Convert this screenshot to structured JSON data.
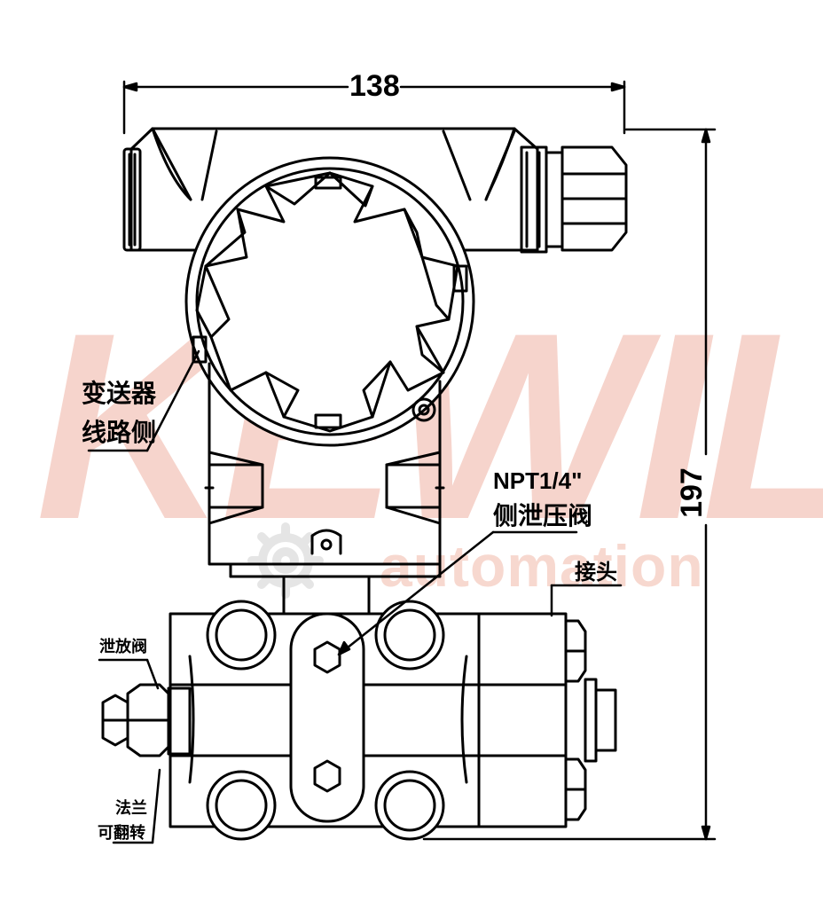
{
  "watermark": {
    "brand": "KEWILL",
    "sub": "automation",
    "brand_color": "#f6d4cc",
    "sub_color": "#f7d8cf",
    "gear_color": "#e3e3e3"
  },
  "dimensions": {
    "width": "138",
    "height": "197"
  },
  "labels": {
    "transmitter_line1": "变送器",
    "transmitter_line2": "线路侧",
    "npt": "NPT1/4\"",
    "side_relief_valve": "侧泄压阀",
    "connector": "接头",
    "bleed_valve": "泄放阀",
    "flange_line1": "法兰",
    "flange_line2": "可翻转"
  },
  "colors": {
    "line": "#000000",
    "background": "#ffffff"
  }
}
